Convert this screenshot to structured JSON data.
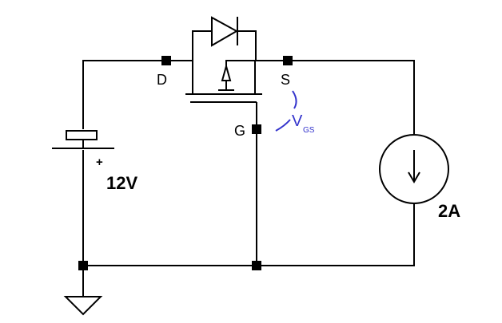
{
  "labels": {
    "drain": "D",
    "source": "S",
    "gate": "G",
    "vgs_main": "V",
    "vgs_sub": "GS",
    "battery_plus": "+",
    "battery_voltage": "12V",
    "current_source": "2A"
  },
  "colors": {
    "wire": "#000000",
    "annotation": "#3333cc"
  },
  "icons": {
    "ground": "ground-symbol",
    "battery": "battery-symbol",
    "current_source": "current-source-symbol",
    "mosfet": "mosfet-symbol",
    "diode": "diode-symbol"
  }
}
